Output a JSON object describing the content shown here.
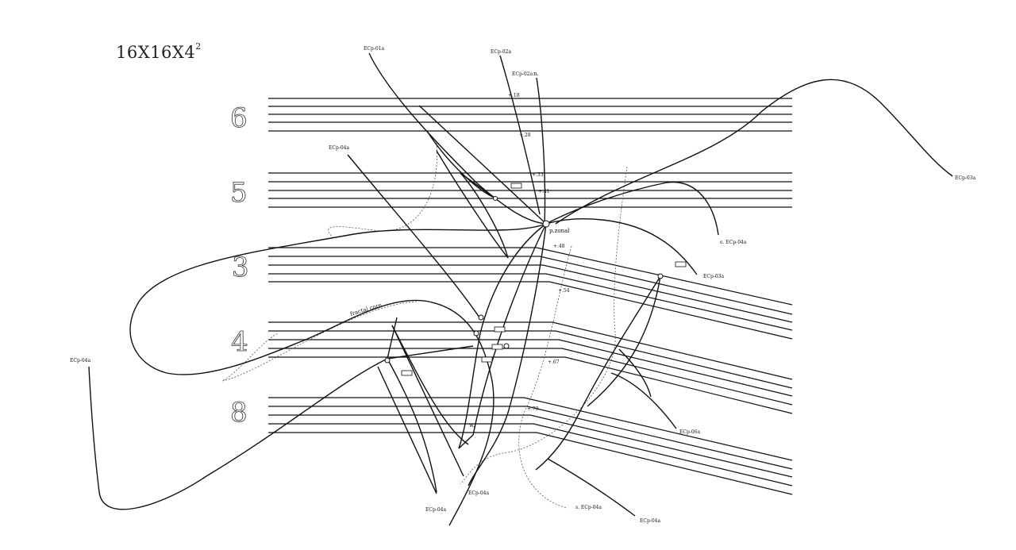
{
  "title": {
    "main": "16X16X4",
    "exp": "2"
  },
  "staff_numbers": [
    "6",
    "5",
    "3",
    "4",
    "8"
  ],
  "voice_labels": {
    "top1": "ECp-01a",
    "top2": "ECp-02a",
    "top3": "ECp-02a",
    "top3_n": "n.",
    "left_mid": "ECp-04a",
    "far_left": "ECp-04a",
    "right_far": "ECp-03a",
    "right_e": "e. ECp-04a",
    "right_mid": "ECp-03a",
    "bottom_right1": "ECp-06a",
    "bottom1": "ECp-04a",
    "bottom2": "ECp-04a",
    "bottom3": "s. ECp-04a",
    "bottom4": "ECp-04a"
  },
  "markers": [
    "+.18",
    "+.28",
    "+.33",
    "+.41",
    "+.48",
    "+.54",
    "+.67",
    "+.79"
  ],
  "annotations": {
    "p_zonal": "p.zonal",
    "fractal": "fractal core",
    "w": "w."
  }
}
